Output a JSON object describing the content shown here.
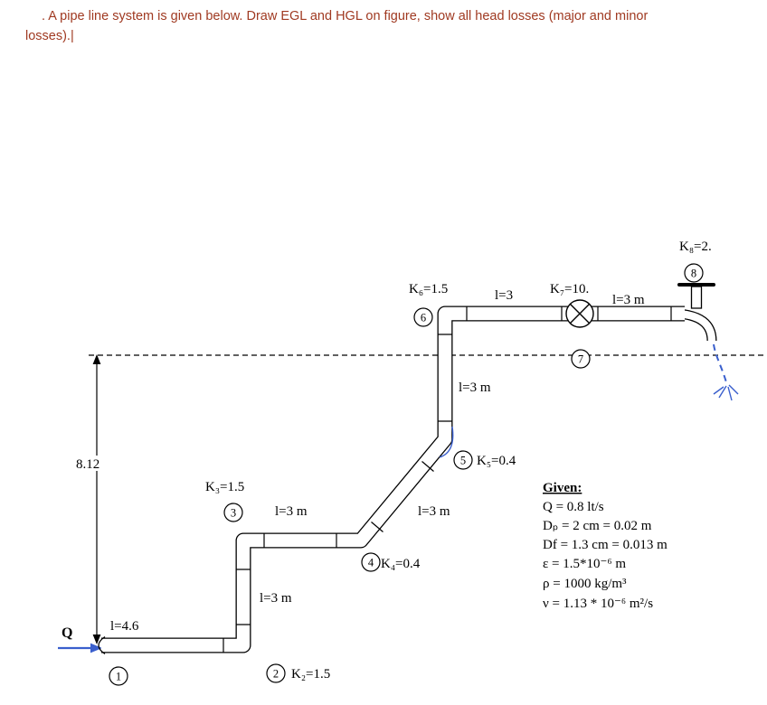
{
  "title": {
    "line1": ". A pipe line system is given below. Draw EGL and HGL on figure, show all head losses (major and minor",
    "line2": "losses).|"
  },
  "diagram": {
    "height_dimension": "8.12",
    "flow_label": "Q",
    "nodes": [
      {
        "num": "1"
      },
      {
        "num": "2",
        "k": "K₂=1.5"
      },
      {
        "num": "3",
        "k": "K₃=1.5"
      },
      {
        "num": "4",
        "k": "K₄=0.4"
      },
      {
        "num": "5",
        "k": "K₅=0.4"
      },
      {
        "num": "6",
        "k": "K₆=1.5"
      },
      {
        "num": "7",
        "k": "K₇=10."
      },
      {
        "num": "8",
        "k": "K₈=2."
      }
    ],
    "lengths": {
      "inlet": "l=4.6",
      "riser1": "l=3 m",
      "horizontal1": "l=3 m",
      "diagonal": "l=3 m",
      "riser2": "l=3 m",
      "top_left": "l=3",
      "top_right": "l=3 m"
    }
  },
  "given": {
    "header": "Given:",
    "lines": [
      "Q = 0.8 lt/s",
      "Dₚ = 2 cm = 0.02 m",
      "Df = 1.3 cm = 0.013 m",
      "ε = 1.5*10⁻⁶ m",
      "ρ = 1000 kg/m³",
      "ν = 1.13 * 10⁻⁶ m²/s"
    ]
  },
  "colors": {
    "title_text": "#A03A22",
    "ink": "#000000",
    "water": "#3A5FCD"
  }
}
